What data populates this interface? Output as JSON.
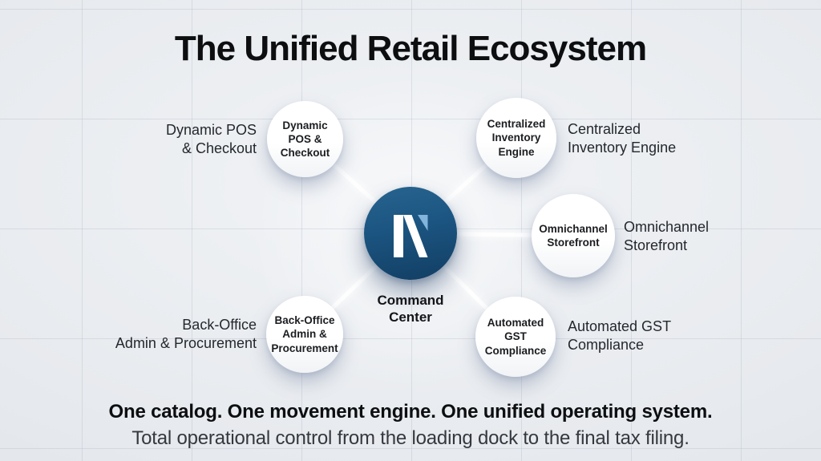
{
  "title": "The Unified Retail Ecosystem",
  "hub": {
    "label": "Command\nCenter",
    "logo": "n-mark-logo"
  },
  "nodes": [
    {
      "id": "dynamic-pos-checkout",
      "circle_text": "Dynamic\nPOS &\nCheckout",
      "label": "Dynamic POS\n& Checkout",
      "label_side": "left"
    },
    {
      "id": "centralized-inventory-engine",
      "circle_text": "Centralized\nInventory\nEngine",
      "label": "Centralized\nInventory Engine",
      "label_side": "right"
    },
    {
      "id": "omnichannel-storefront",
      "circle_text": "Omnichannel\nStorefront",
      "label": "Omnichannel\nStorefront",
      "label_side": "right"
    },
    {
      "id": "automated-gst-compliance",
      "circle_text": "Automated\nGST\nCompliance",
      "label": "Automated GST\nCompliance",
      "label_side": "right"
    },
    {
      "id": "back-office-admin-procurement",
      "circle_text": "Back-Office\nAdmin &\nProcurement",
      "label": "Back-Office\nAdmin & Procurement",
      "label_side": "left"
    }
  ],
  "footer": {
    "line1": "One catalog. One movement engine. One unified operating system.",
    "line2": "Total operational control from the loading dock to the final tax filing."
  },
  "colors": {
    "hub-blue-top": "#27648f",
    "hub-blue": "#1b5480",
    "hub-blue-deep": "#123e63",
    "logo-triangle": "#82b4dc",
    "canvas-light": "#f1f3f6",
    "canvas-mid": "#e7eaee",
    "canvas-dark": "#d9dfe5",
    "text-dark": "#0c0e10",
    "text-muted": "#34393f"
  }
}
